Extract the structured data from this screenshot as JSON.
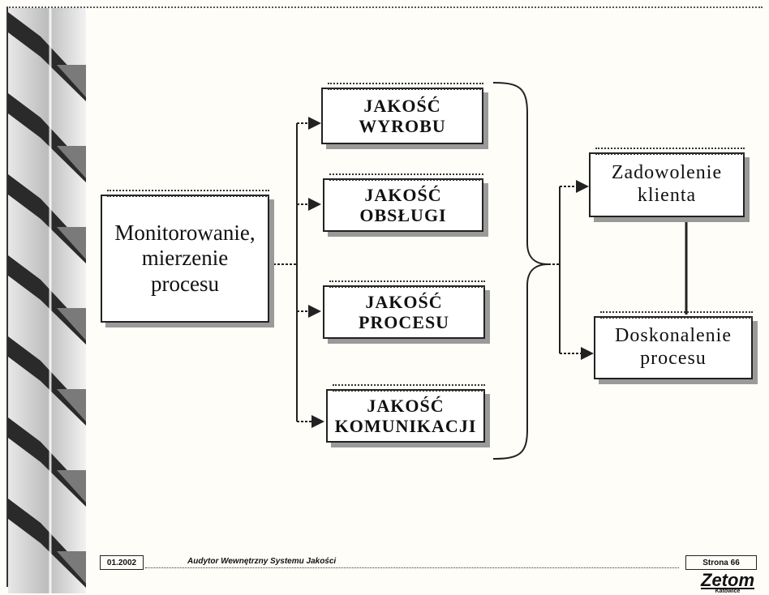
{
  "diagram": {
    "source": {
      "lines": [
        "Monitorowanie,",
        "mierzenie",
        "procesu"
      ]
    },
    "qualities": [
      {
        "lines": [
          "JAKOŚĆ",
          "WYROBU"
        ]
      },
      {
        "lines": [
          "JAKOŚĆ",
          "OBSŁUGI"
        ]
      },
      {
        "lines": [
          "JAKOŚĆ",
          "PROCESU"
        ]
      },
      {
        "lines": [
          "JAKOŚĆ",
          "KOMUNIKACJI"
        ]
      }
    ],
    "outcomes": [
      {
        "lines": [
          "Zadowolenie",
          "klienta"
        ]
      },
      {
        "lines": [
          "Doskonalenie",
          "procesu"
        ]
      }
    ]
  },
  "footer": {
    "date": "01.2002",
    "title": "Audytor Wewnętrzny Systemu Jakości",
    "page": "Strona 66"
  },
  "logo": {
    "name": "Zetom",
    "city": "Katowice"
  },
  "colors": {
    "ribbon_dark": "#2b2b2b",
    "ribbon_light": "#cfcfcf",
    "shadow": "#9a9a9a"
  }
}
